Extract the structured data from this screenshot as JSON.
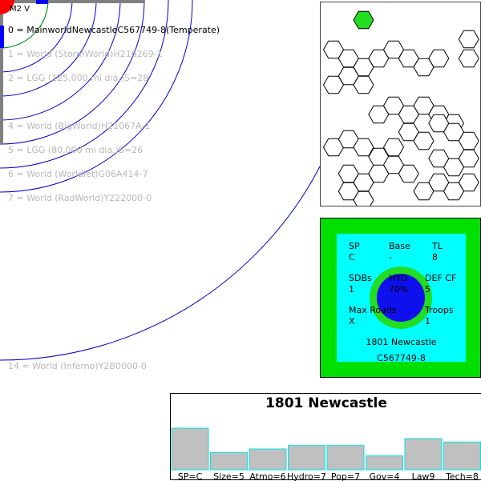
{
  "colors": {
    "orbit_line": "#0000cc",
    "hab_zone": "#00aa00",
    "star": "#ff0000",
    "hex_highlight": "#22dd22",
    "panel_green": "#00e000",
    "panel_cyan": "#00ffff",
    "planet_atmo": "#22dd22",
    "planet_core": "#1010ee",
    "bar_fill": "#c0c0c0",
    "bar_stroke": "#00e5e5"
  },
  "system": {
    "star_label": "M2 V",
    "orbits": [
      {
        "label": "0 = MainworldNewcastleC567749-8(Temperate)",
        "primary": true
      },
      {
        "label": "1 = World  (StormWorld)H216269-1",
        "primary": false
      },
      {
        "label": "2 = LGG (125,000 mi dia.)S=28",
        "primary": false
      },
      {
        "label": "4 = World  (BigWorld)H21067A-1",
        "primary": false
      },
      {
        "label": "5 = LGG (80,000 mi dia.)S=26",
        "primary": false
      },
      {
        "label": "6 = World  (Worldlet)G06A414-7",
        "primary": false
      },
      {
        "label": "7 = World  (RadWorld)Y222000-0",
        "primary": false
      },
      {
        "label": "14 = World  (Inferno)Y2B0000-0",
        "primary": false
      }
    ]
  },
  "hexmap": {
    "icon": "hex-grid-icon"
  },
  "world": {
    "sp_label": "SP",
    "sp_value": "C",
    "base_label": "Base",
    "base_value": "-",
    "tl_label": "TL",
    "tl_value": "8",
    "sdbs_label": "SDBs",
    "sdbs_value": "1",
    "hyd_label": "HYD",
    "hyd_value": "70%",
    "def_label": "DEF CF",
    "def_value": "5",
    "maxroads_label": "Max Roads",
    "maxroads_value": "X",
    "troops_label": "Troops",
    "troops_value": "1",
    "name": "1801 Newcastle",
    "uwp": "C567749-8"
  },
  "chart_data": {
    "type": "bar",
    "title": "1801 Newcastle",
    "categories": [
      "SP=C",
      "Size=5",
      "Atmo=6",
      "Hydro=7",
      "Pop=7",
      "Gov=4",
      "Law9",
      "Tech=8"
    ],
    "values": [
      12,
      5,
      6,
      7,
      7,
      4,
      9,
      8
    ],
    "ylim": [
      0,
      12
    ]
  }
}
